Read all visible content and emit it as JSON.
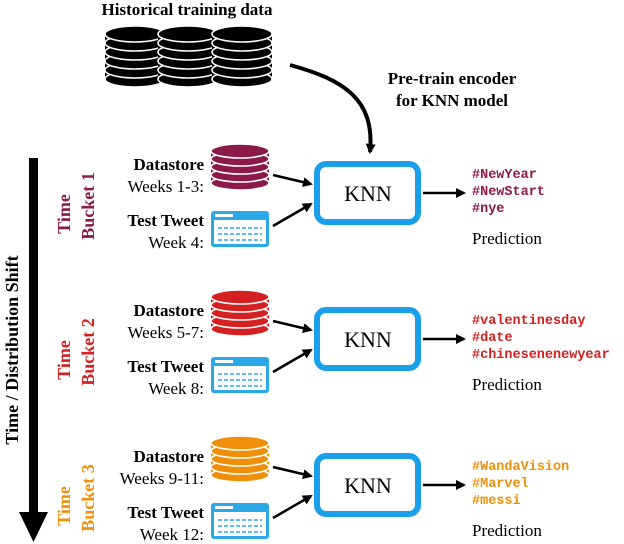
{
  "top": {
    "historical_title": "Historical training data",
    "pretrain_line1": "Pre-train encoder",
    "pretrain_line2": "for KNN model"
  },
  "axis_label": "Time / Distribution Shift",
  "common": {
    "datastore_label": "Datastore",
    "test_tweet_label": "Test Tweet",
    "knn_label": "KNN",
    "prediction_label": "Prediction"
  },
  "buckets": [
    {
      "time_label": "Time",
      "bucket_label": "Bucket 1",
      "datastore_weeks": "Weeks 1-3:",
      "test_week": "Week 4:",
      "color": "#8b1a4a",
      "hashtags": [
        "#NewYear",
        "#NewStart",
        "#nye"
      ]
    },
    {
      "time_label": "Time",
      "bucket_label": "Bucket 2",
      "datastore_weeks": "Weeks 5-7:",
      "test_week": "Week 8:",
      "color": "#d42020",
      "hashtags": [
        "#valentinesday",
        "#date",
        "#chinesenenewyear"
      ]
    },
    {
      "time_label": "Time",
      "bucket_label": "Bucket 3",
      "datastore_weeks": "Weeks 9-11:",
      "test_week": "Week 12:",
      "color": "#f0900a",
      "hashtags": [
        "#WandaVision",
        "#Marvel",
        "#messi"
      ]
    }
  ],
  "colors": {
    "knn_border": "#1a9fea",
    "tweet_icon": "#2aa8e8",
    "database_black": "#000000"
  }
}
